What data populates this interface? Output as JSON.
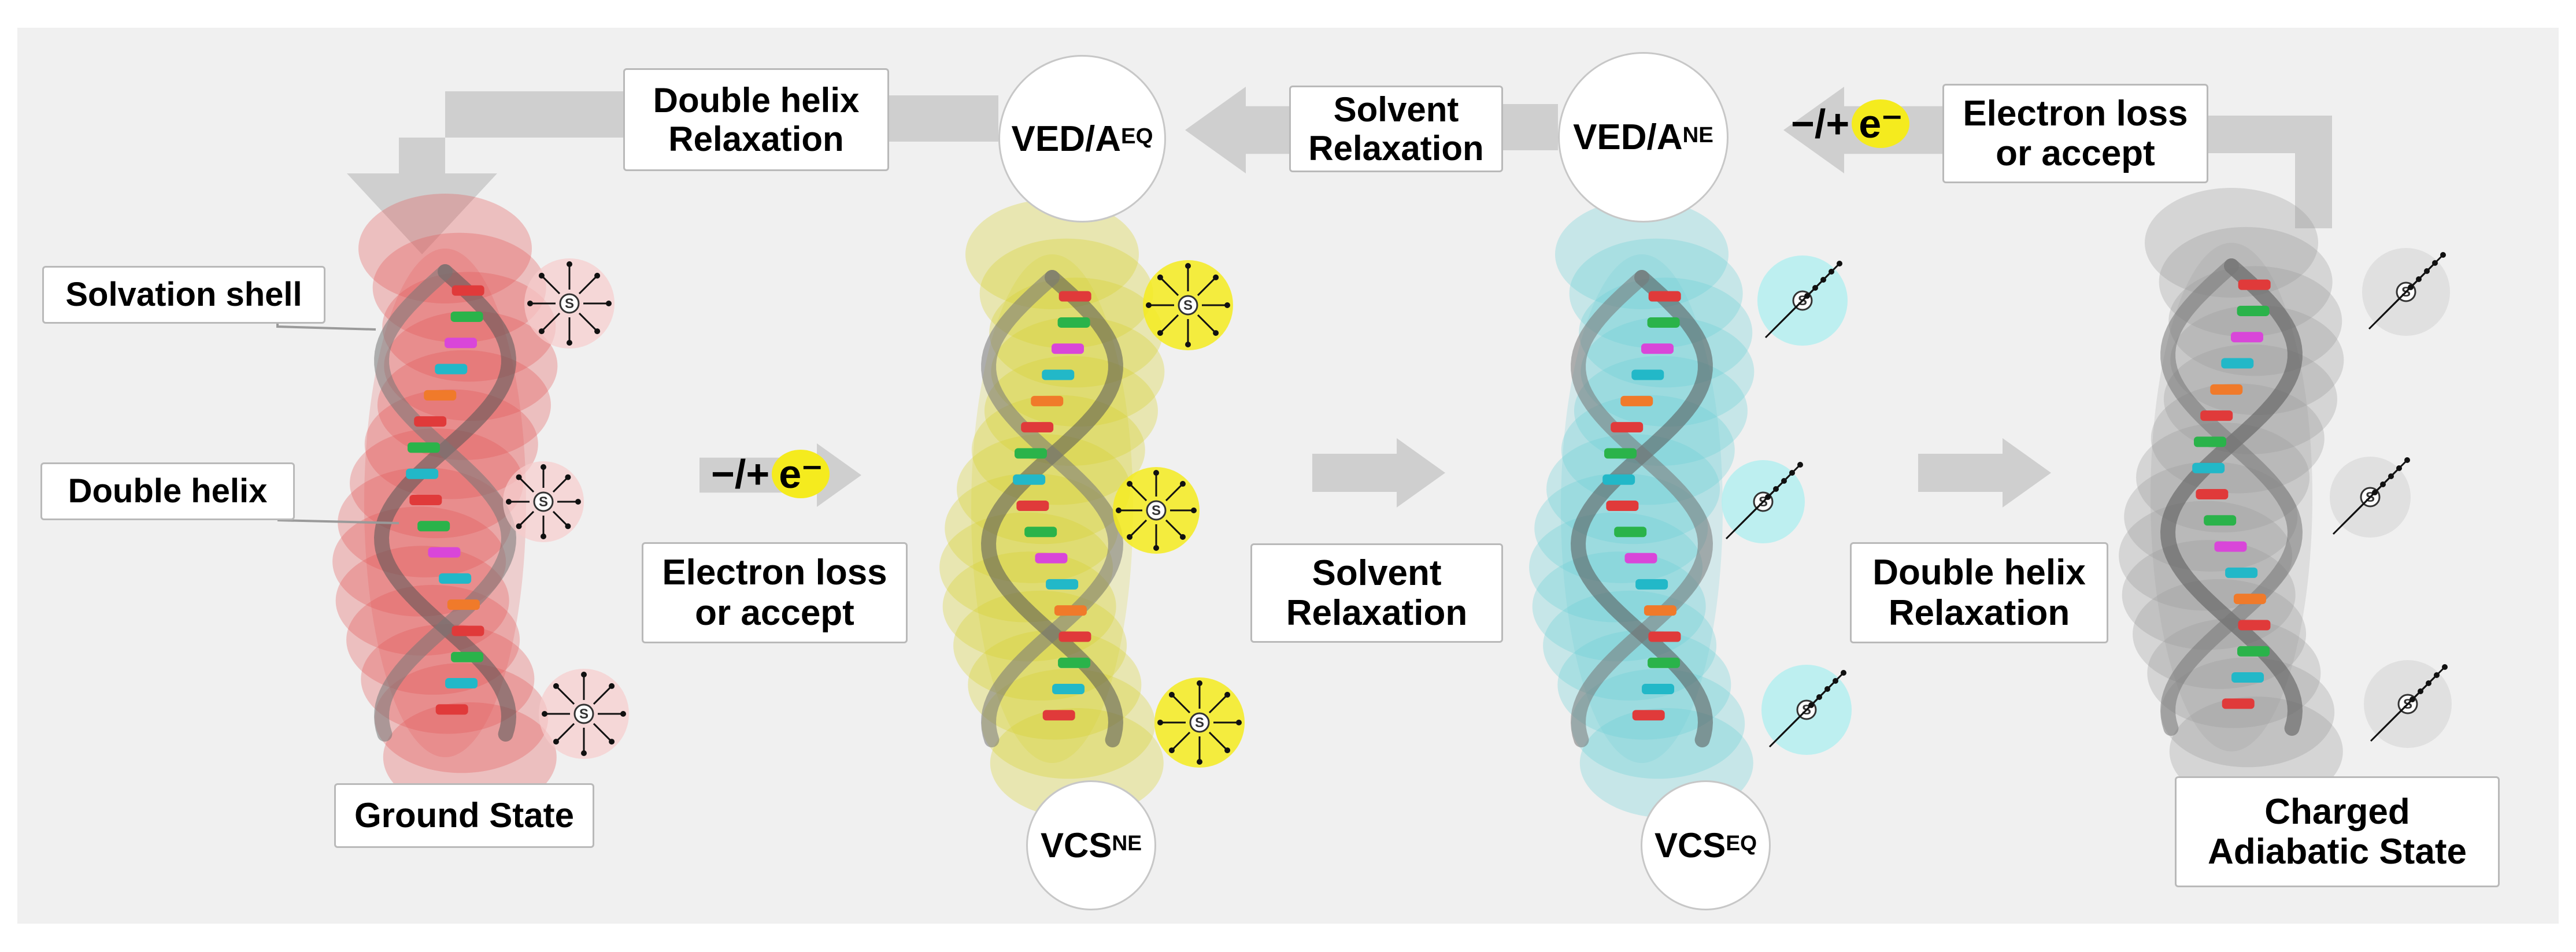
{
  "labels": {
    "solvation_shell": "Solvation shell",
    "double_helix": "Double helix",
    "ground_state": "Ground State",
    "top_relax_helix": [
      "Double helix",
      "Relaxation"
    ],
    "top_relax_solvent": [
      "Solvent",
      "Relaxation"
    ],
    "top_electron": [
      "Electron loss",
      "or accept"
    ],
    "mid_electron": [
      "Electron loss",
      "or accept"
    ],
    "mid_solvent": [
      "Solvent",
      "Relaxation"
    ],
    "mid_helix": [
      "Double helix",
      "Relaxation"
    ],
    "charged_state": [
      "Charged",
      "Adiabatic State"
    ]
  },
  "states": {
    "ved_eq": {
      "base": "VED/A",
      "sup": "EQ"
    },
    "ved_ne": {
      "base": "VED/A",
      "sup": "NE"
    },
    "vcs_ne": {
      "base": "VCS",
      "sup": "NE"
    },
    "vcs_eq": {
      "base": "VCS",
      "sup": "EQ"
    }
  },
  "electron_transfer": {
    "prefix": "−/+",
    "symbol": "e⁻"
  },
  "solvent_marker": "S",
  "colors": {
    "panel_bg": "#f0f0f0",
    "arrow": "#cfcfcf",
    "ground_state": "#e45656",
    "vcs_ne": "#d8d02c",
    "vcs_eq": "#6ccfd6",
    "charged": "#9b9b9b",
    "electron_badge": "#f5eb1e"
  }
}
